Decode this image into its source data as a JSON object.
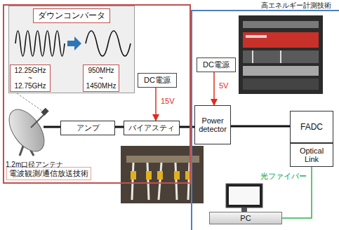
{
  "diagram": {
    "nodes": [
      {
        "text": [
          "電波観測/通信放送技術"
        ]
      },
      {
        "text": [
          "高エネルギー計測技術"
        ]
      },
      {
        "text": [
          "ダウンコンバータ"
        ],
        "in": 0
      },
      {
        "text": [
          "12.25GHz ~ 12.75GHz"
        ],
        "in": 2
      },
      {
        "text": [
          "950MHz ~ 1450MHz"
        ],
        "in": 2
      },
      {
        "text": [
          "アンプ"
        ],
        "in": 0
      },
      {
        "text": [
          "バイアスティ"
        ],
        "in": 0
      },
      {
        "text": [
          "DC電源"
        ],
        "in": 0
      },
      {
        "text": [
          "DC電源"
        ],
        "in": 1
      },
      {
        "text": [
          "Power detector"
        ],
        "in": 1
      },
      {
        "text": [
          "FADC"
        ],
        "in": 1
      },
      {
        "text": [
          "Optical Link"
        ],
        "in": 1
      },
      {
        "text": [
          "PC"
        ],
        "in": 1
      }
    ],
    "edges": [
      {
        "from": 7,
        "to": 6,
        "arrow": "to",
        "label": "15V"
      },
      {
        "from": 8,
        "to": 9,
        "arrow": "to",
        "label": "5V"
      },
      {
        "from": 5,
        "to": 6,
        "arrow": "none"
      },
      {
        "from": 6,
        "to": 9,
        "arrow": "none"
      },
      {
        "from": 9,
        "to": 10,
        "arrow": "none"
      },
      {
        "from": 11,
        "to": 12,
        "arrow": "none",
        "label": "光ファイバー"
      }
    ],
    "labels": [
      "1.2m口径アンテナ"
    ]
  }
}
